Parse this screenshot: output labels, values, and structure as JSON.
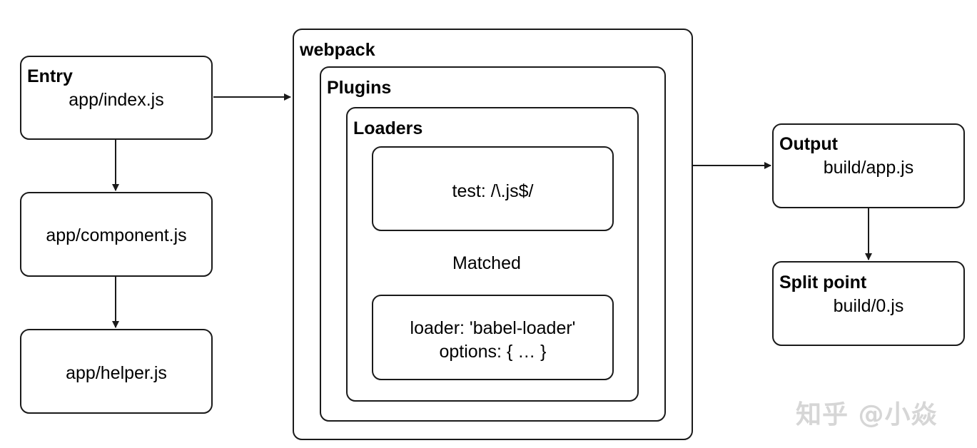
{
  "entry": {
    "title": "Entry",
    "file": "app/index.js"
  },
  "component": {
    "file": "app/component.js"
  },
  "helper": {
    "file": "app/helper.js"
  },
  "webpack": {
    "title": "webpack",
    "plugins": {
      "title": "Plugins",
      "loaders": {
        "title": "Loaders",
        "test_rule": "test: /\\.js$/",
        "matched_label": "Matched",
        "loader_line": "loader: 'babel-loader'",
        "options_line": "options: { … }"
      }
    }
  },
  "output": {
    "title": "Output",
    "file": "build/app.js"
  },
  "split_point": {
    "title": "Split point",
    "file": "build/0.js"
  },
  "watermark": "知乎 @小焱",
  "colors": {
    "stroke": "#1a1a1a",
    "background": "#ffffff",
    "watermark": "#d6d6d6"
  }
}
